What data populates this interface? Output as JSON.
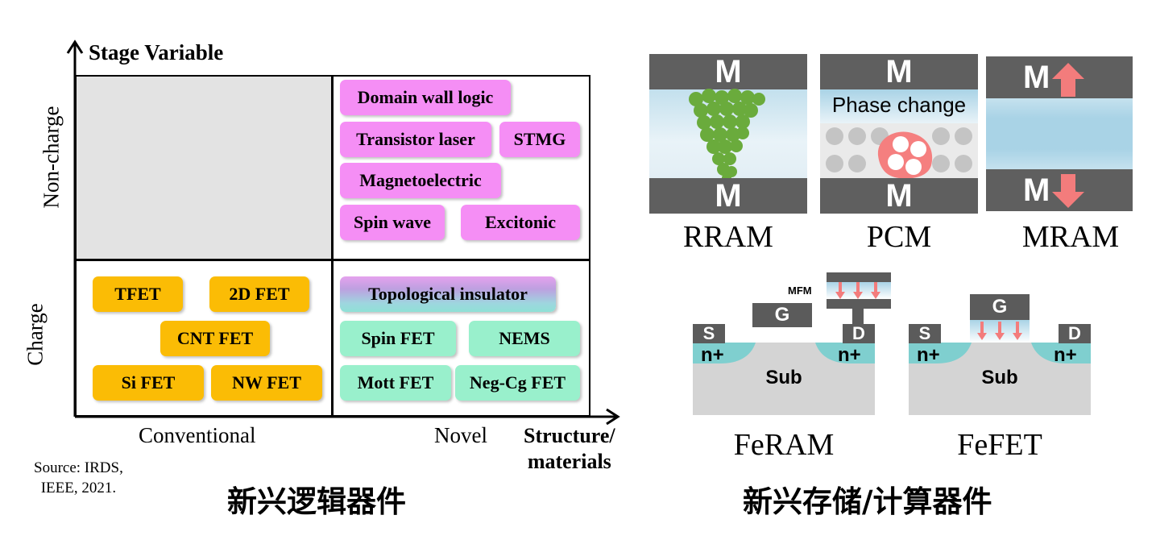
{
  "quadrant": {
    "y_axis_title": "Stage Variable",
    "x_axis_title_line1": "Structure/",
    "x_axis_title_line2": "materials",
    "y_labels": {
      "top": "Non-charge",
      "bottom": "Charge"
    },
    "x_labels": {
      "left": "Conventional",
      "right": "Novel"
    },
    "source_line1": "Source: IRDS,",
    "source_line2": "IEEE, 2021.",
    "caption": "新兴逻辑器件",
    "noncharge_novel": [
      "Domain wall logic",
      "Transistor laser",
      "STMG",
      "Magnetoelectric",
      "Spin wave",
      "Excitonic"
    ],
    "charge_conventional": [
      "TFET",
      "2D FET",
      "CNT FET",
      "Si FET",
      "NW FET"
    ],
    "charge_novel": [
      "Topological insulator",
      "Spin FET",
      "NEMS",
      "Mott FET",
      "Neg-Cg FET"
    ]
  },
  "memory": {
    "electrode_label": "M",
    "phase_change_label": "Phase change",
    "captions": [
      "RRAM",
      "PCM",
      "MRAM",
      "FeRAM",
      "FeFET"
    ],
    "source_label": "S",
    "drain_label": "D",
    "gate_label": "G",
    "doped_label": "n+",
    "substrate_label": "Sub",
    "mfm_label": "MFM",
    "caption": "新兴存储/计算器件",
    "colors": {
      "electrode": "#5f5f5f",
      "rram_filament": "#6aab3c",
      "pcm_crystal": "#f57f7f",
      "arrow": "#f37c7c",
      "nplus": "#7fcfcf",
      "substrate": "#d4d4d4"
    }
  }
}
